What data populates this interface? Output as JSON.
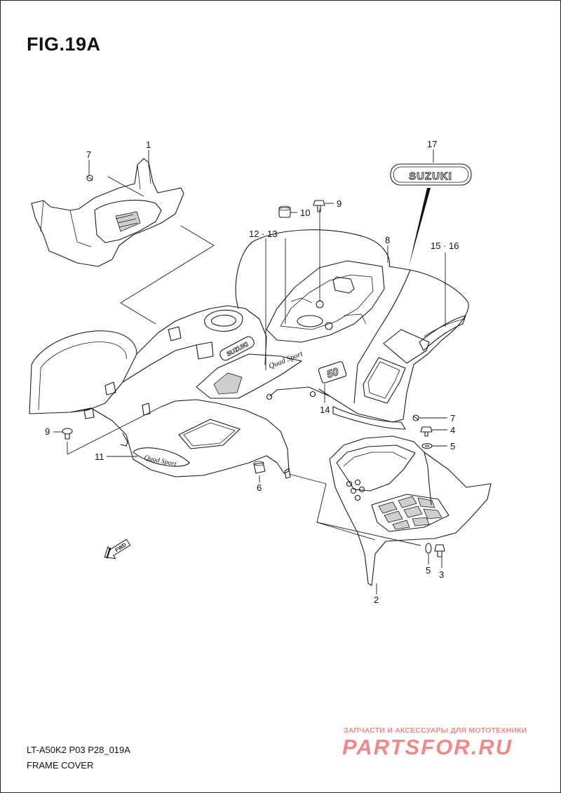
{
  "figure": {
    "title": "FIG.19A"
  },
  "callouts": [
    {
      "id": "c1",
      "text": "1"
    },
    {
      "id": "c7a",
      "text": "7"
    },
    {
      "id": "c17",
      "text": "17"
    },
    {
      "id": "c10",
      "text": "10"
    },
    {
      "id": "c9a",
      "text": "9"
    },
    {
      "id": "c1213",
      "text": "12 · 13"
    },
    {
      "id": "c8",
      "text": "8"
    },
    {
      "id": "c1516",
      "text": "15 · 16"
    },
    {
      "id": "c14",
      "text": "14"
    },
    {
      "id": "c7b",
      "text": "7"
    },
    {
      "id": "c4",
      "text": "4"
    },
    {
      "id": "c5a",
      "text": "5"
    },
    {
      "id": "c9b",
      "text": "9"
    },
    {
      "id": "c11",
      "text": "11"
    },
    {
      "id": "c6",
      "text": "6"
    },
    {
      "id": "c5b",
      "text": "5"
    },
    {
      "id": "c3",
      "text": "3"
    },
    {
      "id": "c2",
      "text": "2"
    }
  ],
  "decals": {
    "emblem": "SUZUKI",
    "fender_logo": "SUZUKI",
    "fender_text": "Quad Sport",
    "badge": "50",
    "side_decal": "Quad Sport"
  },
  "arrow": {
    "label": "FWD"
  },
  "footer": {
    "code": "LT-A50K2 P03 P28_019A",
    "name": "FRAME COVER"
  },
  "watermark": {
    "tagline": "ЗАПЧАСТИ И АКСЕССУАРЫ ДЛЯ МОТОТЕХНИКИ",
    "logo": "PARTSFOR.RU"
  }
}
